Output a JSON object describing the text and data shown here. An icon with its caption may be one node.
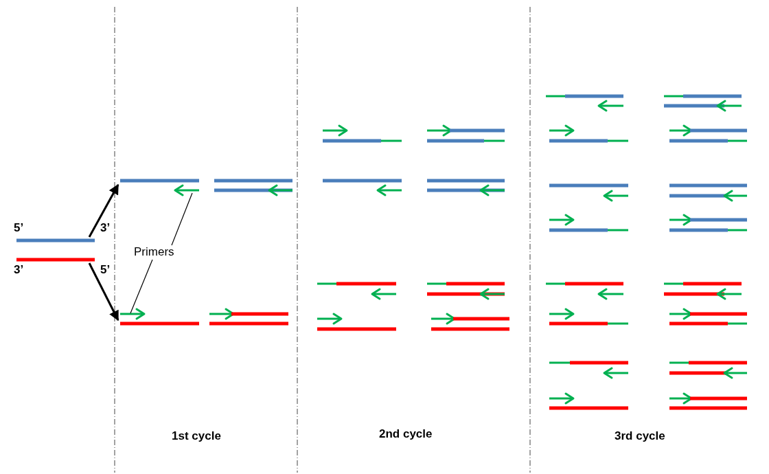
{
  "diagram": {
    "nodes": [
      {
        "text": [
          "Primers"
        ]
      },
      {
        "text": [],
        "shape": "arrow"
      },
      {
        "text": [],
        "shape": "arrow"
      },
      {
        "text": [],
        "shape": "bar"
      },
      {
        "text": [],
        "shape": "bar"
      },
      {
        "text": [],
        "shape": "bar"
      }
    ],
    "edges": [
      {
        "from": 3,
        "to": 4,
        "arrow": "to",
        "style": "thick"
      },
      {
        "from": 3,
        "to": 5,
        "arrow": "to",
        "style": "thick"
      },
      {
        "from": 0,
        "to": 1,
        "arrow": "none"
      },
      {
        "from": 0,
        "to": 2,
        "arrow": "none"
      }
    ],
    "labels": [
      "5’",
      "3’",
      "3’",
      "5’",
      "1st cycle",
      "2nd cycle",
      "3rd cycle"
    ]
  }
}
